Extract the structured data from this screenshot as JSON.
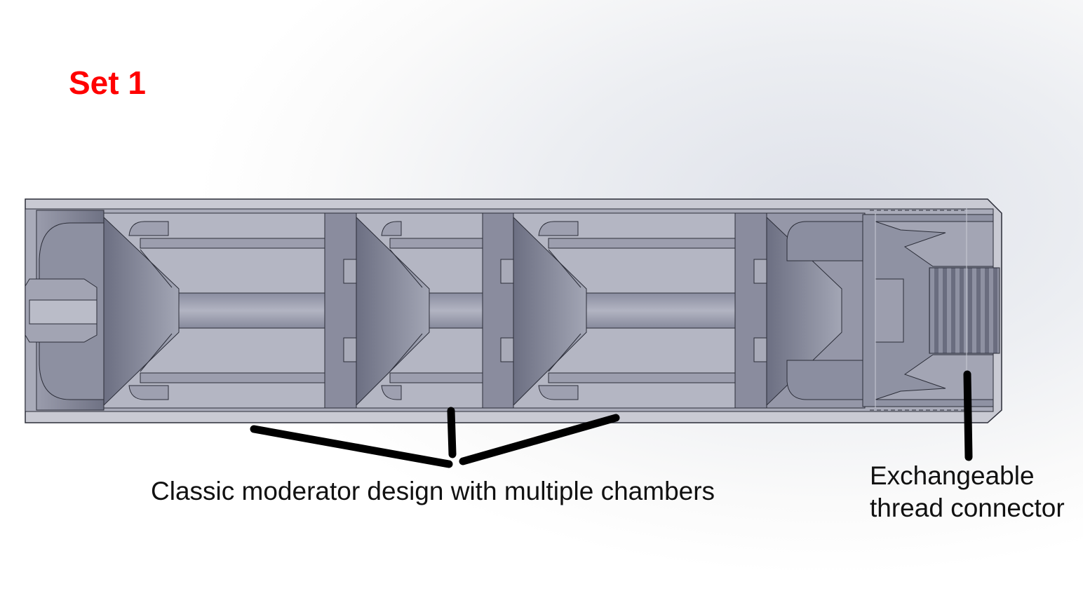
{
  "title": "Set 1",
  "captions": {
    "chambers": "Classic moderator design with multiple chambers",
    "thread_connector": "Exchangeable thread connector"
  },
  "colors": {
    "title": "#ff0000",
    "steel_dark": "#6d7083",
    "steel_mid": "#8f92a4",
    "steel_light": "#b8bac6",
    "edge": "#2b2d38",
    "pointer": "#000000"
  },
  "icons": {
    "moderator": "cad-cross-section"
  }
}
